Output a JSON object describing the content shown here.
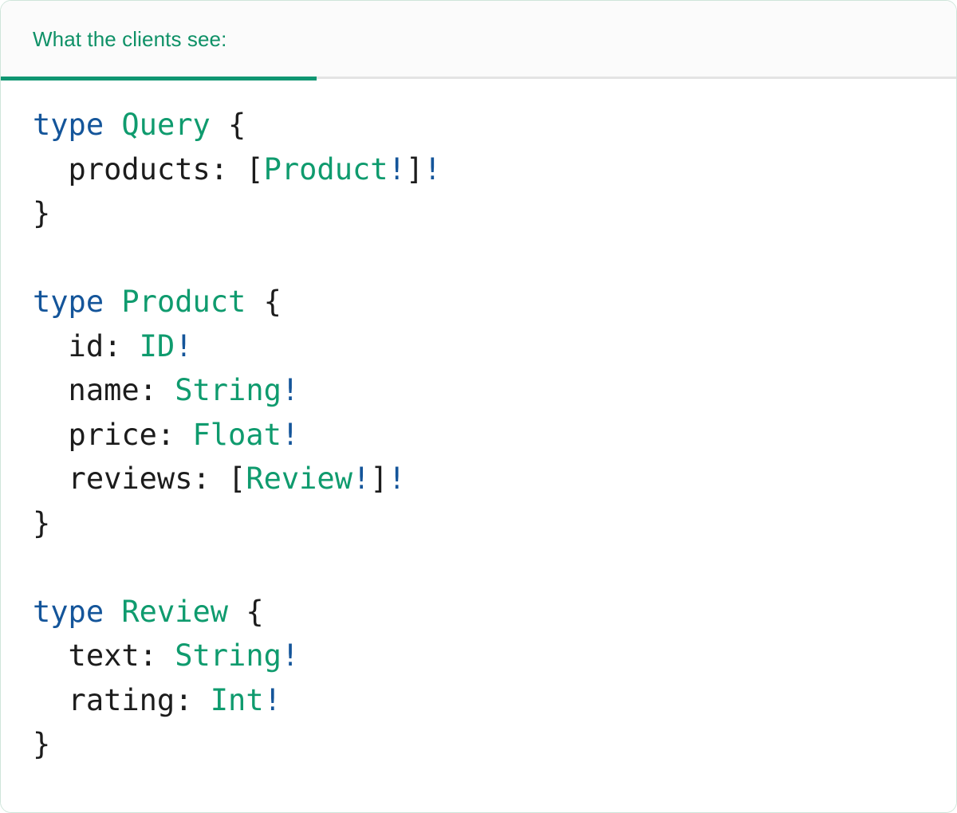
{
  "panel": {
    "border_color": "#cfe5da",
    "background": "#ffffff"
  },
  "header": {
    "tab_label": "What the clients see:",
    "accent_color": "#109672",
    "text_color": "#0f9167",
    "background": "#fbfbfb",
    "divider_color": "#e4e4e4"
  },
  "code": {
    "language": "graphql",
    "colors": {
      "keyword": "#14559a",
      "type_name": "#0f9b6e",
      "punctuation": "#1c1c1c",
      "field": "#1c1c1c",
      "non_null": "#14559a",
      "background": "#ffffff"
    },
    "lines": [
      {
        "tokens": [
          {
            "t": "type",
            "c": "kw"
          },
          {
            "t": " ",
            "c": "punct"
          },
          {
            "t": "Query",
            "c": "tname"
          },
          {
            "t": " {",
            "c": "punct"
          }
        ]
      },
      {
        "tokens": [
          {
            "t": "  products: ",
            "c": "field"
          },
          {
            "t": "[",
            "c": "punct"
          },
          {
            "t": "Product",
            "c": "tname"
          },
          {
            "t": "!",
            "c": "bang"
          },
          {
            "t": "]",
            "c": "punct"
          },
          {
            "t": "!",
            "c": "bang"
          }
        ]
      },
      {
        "tokens": [
          {
            "t": "}",
            "c": "punct"
          }
        ]
      },
      {
        "tokens": []
      },
      {
        "tokens": [
          {
            "t": "type",
            "c": "kw"
          },
          {
            "t": " ",
            "c": "punct"
          },
          {
            "t": "Product",
            "c": "tname"
          },
          {
            "t": " {",
            "c": "punct"
          }
        ]
      },
      {
        "tokens": [
          {
            "t": "  id: ",
            "c": "field"
          },
          {
            "t": "ID",
            "c": "tname"
          },
          {
            "t": "!",
            "c": "bang"
          }
        ]
      },
      {
        "tokens": [
          {
            "t": "  name: ",
            "c": "field"
          },
          {
            "t": "String",
            "c": "tname"
          },
          {
            "t": "!",
            "c": "bang"
          }
        ]
      },
      {
        "tokens": [
          {
            "t": "  price: ",
            "c": "field"
          },
          {
            "t": "Float",
            "c": "tname"
          },
          {
            "t": "!",
            "c": "bang"
          }
        ]
      },
      {
        "tokens": [
          {
            "t": "  reviews: ",
            "c": "field"
          },
          {
            "t": "[",
            "c": "punct"
          },
          {
            "t": "Review",
            "c": "tname"
          },
          {
            "t": "!",
            "c": "bang"
          },
          {
            "t": "]",
            "c": "punct"
          },
          {
            "t": "!",
            "c": "bang"
          }
        ]
      },
      {
        "tokens": [
          {
            "t": "}",
            "c": "punct"
          }
        ]
      },
      {
        "tokens": []
      },
      {
        "tokens": [
          {
            "t": "type",
            "c": "kw"
          },
          {
            "t": " ",
            "c": "punct"
          },
          {
            "t": "Review",
            "c": "tname"
          },
          {
            "t": " {",
            "c": "punct"
          }
        ]
      },
      {
        "tokens": [
          {
            "t": "  text: ",
            "c": "field"
          },
          {
            "t": "String",
            "c": "tname"
          },
          {
            "t": "!",
            "c": "bang"
          }
        ]
      },
      {
        "tokens": [
          {
            "t": "  rating: ",
            "c": "field"
          },
          {
            "t": "Int",
            "c": "tname"
          },
          {
            "t": "!",
            "c": "bang"
          }
        ]
      },
      {
        "tokens": [
          {
            "t": "}",
            "c": "punct"
          }
        ]
      }
    ],
    "plain_text": "type Query {\n  products: [Product!]!\n}\n\ntype Product {\n  id: ID!\n  name: String!\n  price: Float!\n  reviews: [Review!]!\n}\n\ntype Review {\n  text: String!\n  rating: Int!\n}"
  }
}
